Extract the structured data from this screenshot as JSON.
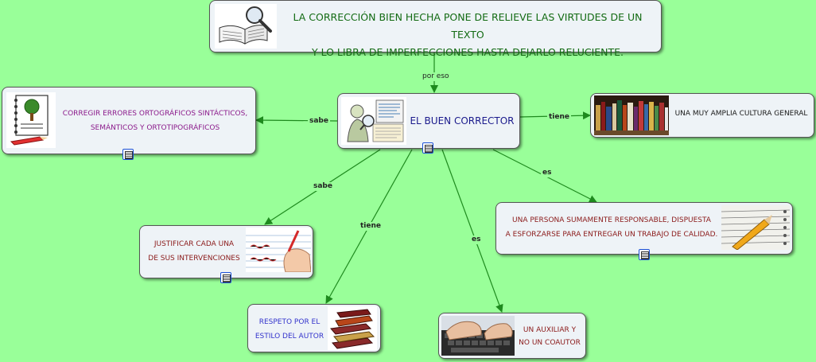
{
  "colors": {
    "background": "#99ff99",
    "node_fill": "#eef3f7",
    "link": "#1e8a1e",
    "dark_green_text": "#136b13",
    "navy_text": "#1a1a8c",
    "purple_text": "#8b1a8b",
    "maroon_text": "#8b1a1a",
    "blue_text": "#3333cc"
  },
  "nodes": {
    "top": {
      "text_1": "LA CORRECCIÓN BIEN HECHA PONE DE RELIEVE LAS VIRTUDES DE UN TEXTO",
      "text_2": "Y LO LIBRA DE IMPERFECCIONES HASTA DEJARLO RELUCIENTE.",
      "icon": "book-magnifier-icon"
    },
    "central": {
      "text": "EL BUEN CORRECTOR",
      "icon": "corrector-reading-icon"
    },
    "ortografia": {
      "text_1": "CORREGIR ERRORES ORTOGRÁFICOS SINTÁCTICOS,",
      "text_2": "SEMÁNTICOS Y ORTOTIPOGRÁFICOS",
      "icon": "notebook-pencil-icon"
    },
    "cultura": {
      "text": "UNA MUY AMPLIA CULTURA GENERAL",
      "icon": "bookshelf-icon"
    },
    "responsable": {
      "text_1": "UNA PERSONA SUMAMENTE RESPONSABLE, DISPUESTA",
      "text_2": "A ESFORZARSE PARA ENTREGAR UN TRABAJO DE CALIDAD.",
      "icon": "pencil-notebook-icon"
    },
    "justificar": {
      "text_1": "JUSTIFICAR CADA UNA",
      "text_2": "DE SUS INTERVENCIONES",
      "icon": "hand-writing-icon"
    },
    "respeto": {
      "text_1": "RESPETO POR EL",
      "text_2": "ESTILO DEL AUTOR",
      "icon": "book-stack-icon"
    },
    "auxiliar": {
      "text_1": "UN AUXILIAR Y",
      "text_2": "NO UN COAUTOR",
      "icon": "keyboard-typing-icon"
    }
  },
  "links": {
    "por_eso": "por eso",
    "sabe_1": "sabe",
    "tiene_1": "tiene",
    "sabe_2": "sabe",
    "es_1": "es",
    "tiene_2": "tiene",
    "es_2": "es"
  },
  "resource_icon": "document-resource-icon"
}
